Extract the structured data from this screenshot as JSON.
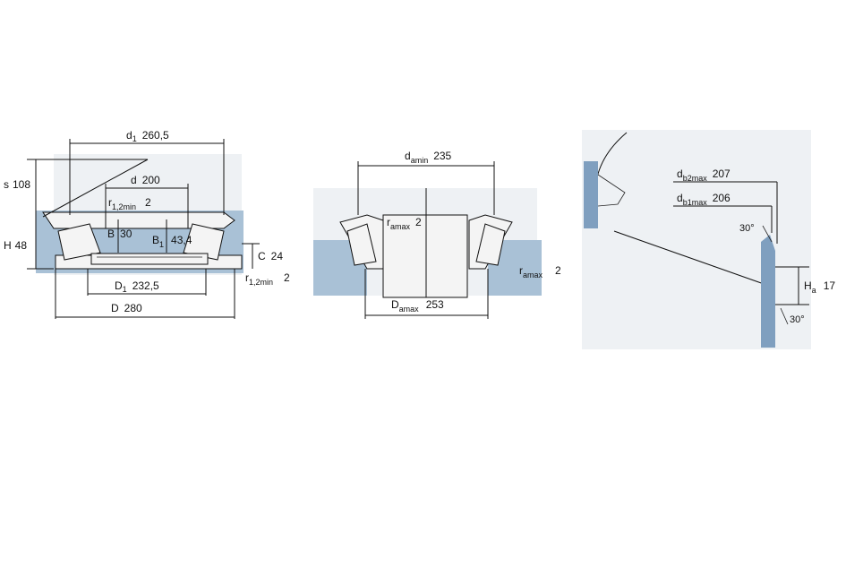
{
  "left_view": {
    "d1": {
      "sym": "d",
      "sub": "1",
      "value": "260,5"
    },
    "d": {
      "sym": "d",
      "value": "200"
    },
    "s": {
      "sym": "s",
      "value": "108"
    },
    "r12min_top": {
      "sym": "r",
      "sub": "1,2min",
      "value": "2"
    },
    "H": {
      "sym": "H",
      "value": "48"
    },
    "B": {
      "sym": "B",
      "value": "30"
    },
    "B1": {
      "sym": "B",
      "sub": "1",
      "value": "43,4"
    },
    "C": {
      "sym": "C",
      "value": "24"
    },
    "r12min_right": {
      "sym": "r",
      "sub": "1,2min",
      "value": "2"
    },
    "D1": {
      "sym": "D",
      "sub": "1",
      "value": "232,5"
    },
    "D": {
      "sym": "D",
      "value": "280"
    }
  },
  "middle_view": {
    "damin": {
      "sym": "d",
      "sub": "amin",
      "value": "235"
    },
    "ramax_left": {
      "sym": "r",
      "sub": "amax",
      "value": "2"
    },
    "ramax_right": {
      "sym": "r",
      "sub": "amax",
      "value": "2"
    },
    "Damax": {
      "sym": "D",
      "sub": "amax",
      "value": "253"
    }
  },
  "right_view": {
    "db2max": {
      "sym": "d",
      "sub": "b2max",
      "value": "207"
    },
    "db1max": {
      "sym": "d",
      "sub": "b1max",
      "value": "206"
    },
    "angle_top": "30°",
    "Ha": {
      "sym": "H",
      "sub": "a",
      "value": "17"
    },
    "angle_bottom": "30°"
  },
  "colors": {
    "housing": "#a9c1d6",
    "line": "#111111"
  }
}
